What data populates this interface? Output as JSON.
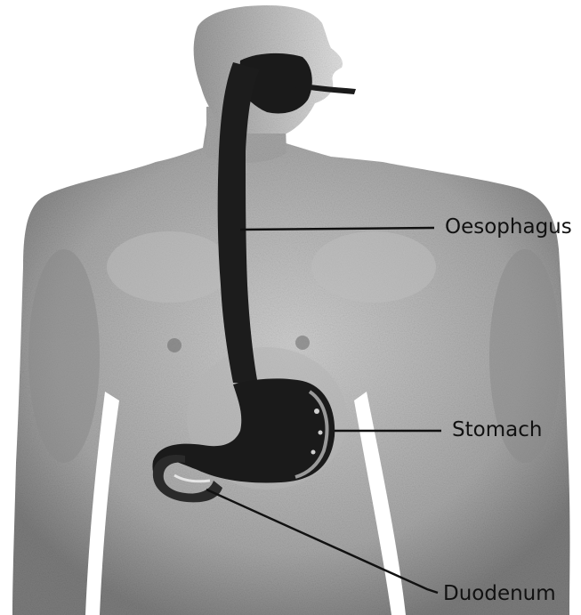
{
  "labels": {
    "oesophagus": "Oesophagus",
    "stomach": "Stomach",
    "duodenum": "Duodenum"
  },
  "colors": {
    "skin_light": "#c9c9c9",
    "skin_mid": "#a9a9a9",
    "skin_dark": "#7a7a7a",
    "organ_dark": "#1a1a1a",
    "leader_line": "#111111"
  }
}
